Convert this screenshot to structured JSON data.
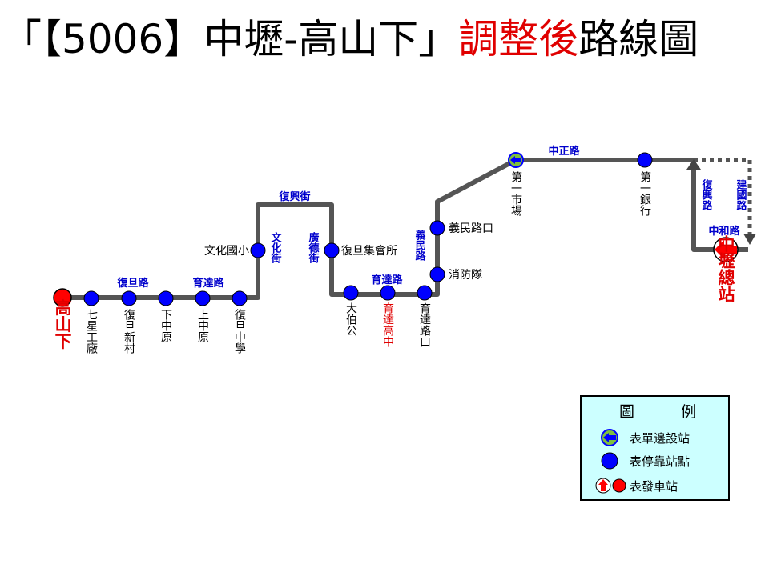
{
  "title": {
    "prefix": "「【5006】中壢-高山下」",
    "emphasis": "調整後",
    "suffix": "路線圖"
  },
  "terminals": {
    "left": "高山下",
    "right": "中壢總站"
  },
  "stops": [
    {
      "id": "qixing",
      "name": "七星工廠"
    },
    {
      "id": "fudan-village",
      "name": "復旦新村"
    },
    {
      "id": "xiazhongyuan",
      "name": "下中原"
    },
    {
      "id": "shangzhongyuan",
      "name": "上中原"
    },
    {
      "id": "fudan-high",
      "name": "復旦中學"
    },
    {
      "id": "wenhua-elem",
      "name": "文化國小"
    },
    {
      "id": "fudan-hall",
      "name": "復旦集會所"
    },
    {
      "id": "dabogong",
      "name": "大伯公"
    },
    {
      "id": "yuda-high",
      "name": "育達高中"
    },
    {
      "id": "yuda-junction",
      "name": "育達路口"
    },
    {
      "id": "fire-station",
      "name": "消防隊"
    },
    {
      "id": "yimin-junction",
      "name": "義民路口"
    },
    {
      "id": "first-market",
      "name": "第一市場"
    },
    {
      "id": "first-bank",
      "name": "第一銀行"
    }
  ],
  "roads": {
    "fudan_rd": "復旦路",
    "yuda_rd_1": "育達路",
    "fuxing_st": "復興街",
    "wenhua_st": "文化街",
    "guangde_st": "廣德街",
    "yuda_rd_2": "育達路",
    "yimin_rd": "義民路",
    "zhongzheng_rd": "中正路",
    "fuxing_rd": "復興路",
    "jianguo_rd": "建國路",
    "zhonghe_rd": "中和路"
  },
  "legend": {
    "title_left": "圖",
    "title_right": "例",
    "one_side": "表單邊設站",
    "stop": "表停靠站點",
    "terminal": "表發車站"
  },
  "colors": {
    "route": "#555555",
    "stop": "#0000ff",
    "terminal": "#ff0000",
    "road_label": "#0000cc",
    "one_side_stop": "#7fbf3f",
    "legend_bg": "#ccffff"
  }
}
